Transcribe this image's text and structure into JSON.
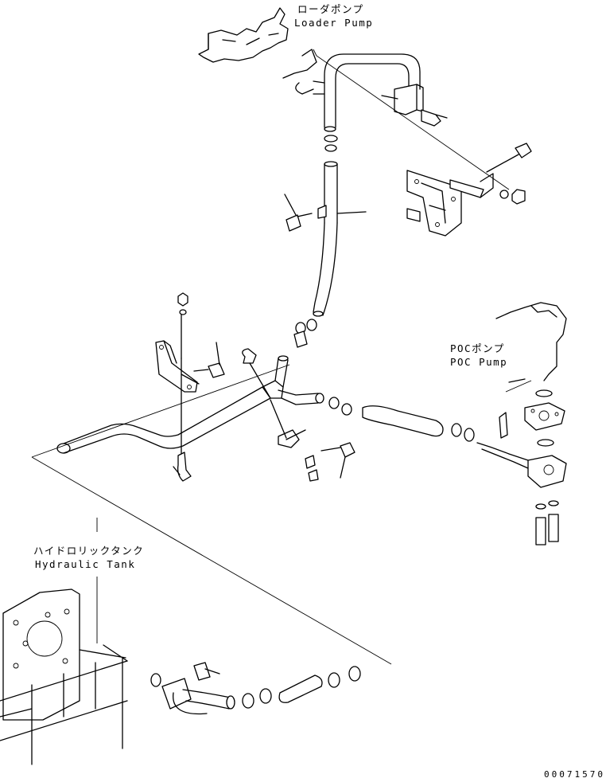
{
  "labels": {
    "loader_pump_jp": "ローダポンプ",
    "loader_pump_en": "Loader Pump",
    "poc_pump_jp": "POCポンプ",
    "poc_pump_en": "POC Pump",
    "hydraulic_tank_jp": "ハイドロリックタンク",
    "hydraulic_tank_en": "Hydraulic Tank"
  },
  "drawing_number": "00071570"
}
